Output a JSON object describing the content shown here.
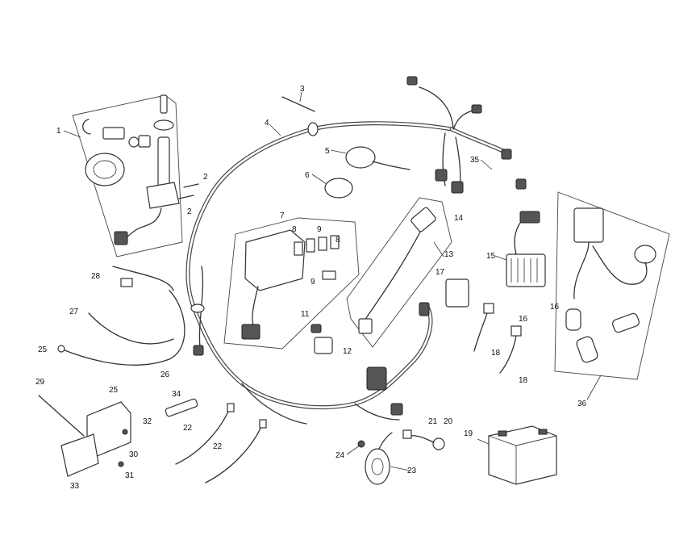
{
  "callouts": [
    {
      "id": "c1",
      "text": "1"
    },
    {
      "id": "c2a",
      "text": "2"
    },
    {
      "id": "c2b",
      "text": "2"
    },
    {
      "id": "c3",
      "text": "3"
    },
    {
      "id": "c4",
      "text": "4"
    },
    {
      "id": "c5",
      "text": "5"
    },
    {
      "id": "c6",
      "text": "6"
    },
    {
      "id": "c7",
      "text": "7"
    },
    {
      "id": "c8a",
      "text": "8"
    },
    {
      "id": "c9a",
      "text": "9"
    },
    {
      "id": "c8b",
      "text": "8"
    },
    {
      "id": "c9b",
      "text": "9"
    },
    {
      "id": "c11",
      "text": "11"
    },
    {
      "id": "c12",
      "text": "12"
    },
    {
      "id": "c13",
      "text": "13"
    },
    {
      "id": "c14",
      "text": "14"
    },
    {
      "id": "c15",
      "text": "15"
    },
    {
      "id": "c16a",
      "text": "16"
    },
    {
      "id": "c16b",
      "text": "16"
    },
    {
      "id": "c17",
      "text": "17"
    },
    {
      "id": "c18a",
      "text": "18"
    },
    {
      "id": "c18b",
      "text": "18"
    },
    {
      "id": "c19",
      "text": "19"
    },
    {
      "id": "c20",
      "text": "20"
    },
    {
      "id": "c21",
      "text": "21"
    },
    {
      "id": "c22a",
      "text": "22"
    },
    {
      "id": "c22b",
      "text": "22"
    },
    {
      "id": "c23",
      "text": "23"
    },
    {
      "id": "c24",
      "text": "24"
    },
    {
      "id": "c25a",
      "text": "25"
    },
    {
      "id": "c25b",
      "text": "25"
    },
    {
      "id": "c26",
      "text": "26"
    },
    {
      "id": "c27",
      "text": "27"
    },
    {
      "id": "c28",
      "text": "28"
    },
    {
      "id": "c29",
      "text": "29"
    },
    {
      "id": "c30",
      "text": "30"
    },
    {
      "id": "c31",
      "text": "31"
    },
    {
      "id": "c32",
      "text": "32"
    },
    {
      "id": "c33",
      "text": "33"
    },
    {
      "id": "c34",
      "text": "34"
    },
    {
      "id": "c35",
      "text": "35"
    },
    {
      "id": "c36",
      "text": "36"
    }
  ]
}
